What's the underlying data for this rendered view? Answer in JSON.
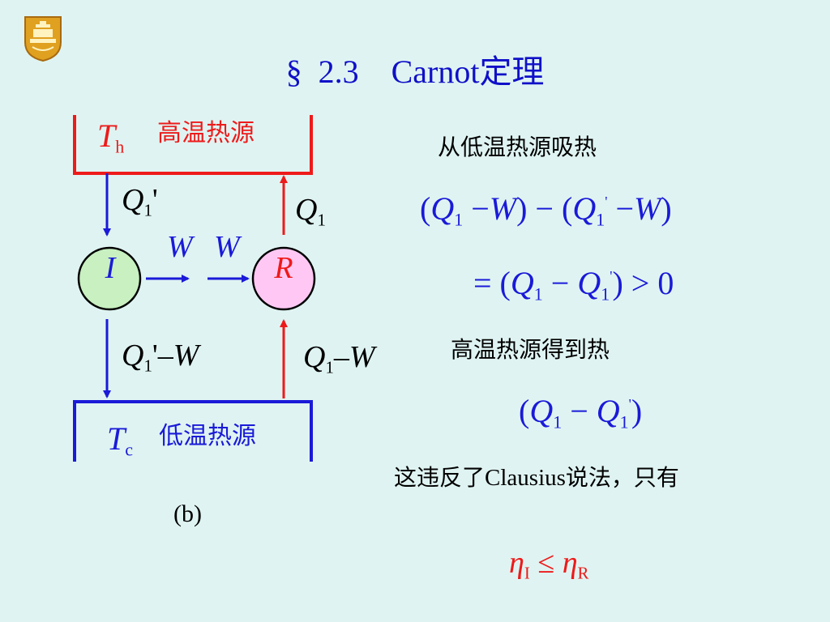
{
  "title": {
    "section": "§  2.3",
    "latin": "Carnot",
    "cjk": "定理"
  },
  "diagram": {
    "hot_reservoir": {
      "symbol": "T",
      "subscript": "h",
      "name": "高温热源"
    },
    "cold_reservoir": {
      "symbol": "T",
      "subscript": "c",
      "name": "低温热源"
    },
    "engine_i": "I",
    "engine_r": "R",
    "q1_prime_top": {
      "q": "Q",
      "sub": "1",
      "prime": "'"
    },
    "q1_top": {
      "q": "Q",
      "sub": "1"
    },
    "work_left": "W",
    "work_right": "W",
    "q1_prime_minus_w": {
      "q": "Q",
      "sub": "1",
      "prime": "'",
      "rest": "–W"
    },
    "q1_minus_w": {
      "q": "Q",
      "sub": "1",
      "rest": "–W"
    },
    "caption": "(b)",
    "colors": {
      "hot": "#ee1a1a",
      "cold": "#1a1ad8",
      "engine_i_fill": "#c8f0c0",
      "engine_r_fill": "#ffc8f4"
    }
  },
  "right": {
    "line1": "从低温热源吸热",
    "eq1": {
      "open": "(",
      "q": "Q",
      "sub": "1",
      "minus1": "−",
      "w": "W",
      "mid": ") − (",
      "q2": "Q",
      "sub2": "1",
      "prime": "'",
      "minus2": "−",
      "w2": "W",
      "close": ")"
    },
    "eq2": {
      "eq": "= (",
      "q": "Q",
      "sub": "1",
      "minus": "−",
      "q2": "Q",
      "sub2": "1",
      "prime": "'",
      "close": ") > 0"
    },
    "line2": "高温热源得到热",
    "eq3": {
      "open": "(",
      "q": "Q",
      "sub": "1",
      "minus": "−",
      "q2": "Q",
      "sub2": "1",
      "prime": "'",
      "close": ")"
    },
    "line3": {
      "a": "这违反了",
      "b": "Clausius",
      "c": "说法，只有"
    },
    "eta": {
      "eta1": "η",
      "sub1": "I",
      "le": " ≤ ",
      "eta2": "η",
      "sub2": "R"
    }
  }
}
